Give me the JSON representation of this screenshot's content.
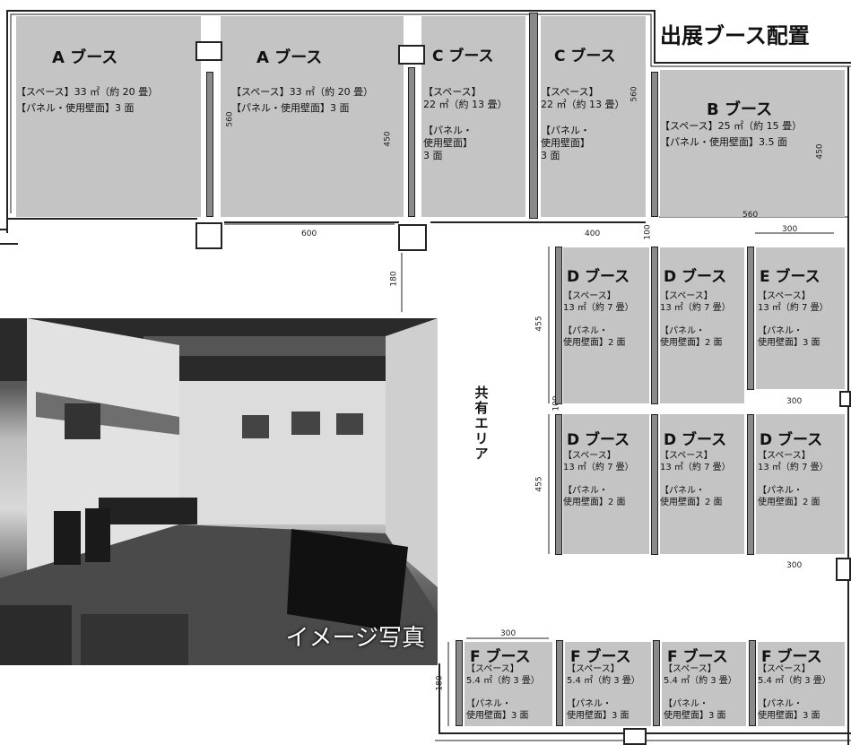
{
  "title": "出展ブース配置",
  "common_area": "共有エリア",
  "photo_caption": "イメージ写真",
  "booths": {
    "a1": {
      "name": "A ブース",
      "space": "【スペース】33 ㎡（約 20 畳）",
      "panel": "【パネル・使用壁面】3 面"
    },
    "a2": {
      "name": "A ブース",
      "space": "【スペース】33 ㎡（約 20 畳）",
      "panel": "【パネル・使用壁面】3 面"
    },
    "c1": {
      "name": "C ブース",
      "text": "【スペース】\n22 ㎡（約 13 畳）\n\n【パネル・\n使用壁面】\n3 面"
    },
    "c2": {
      "name": "C ブース",
      "text": "【スペース】\n22 ㎡（約 13 畳）\n\n【パネル・\n使用壁面】\n3 面"
    },
    "b": {
      "name": "B ブース",
      "space": "【スペース】25 ㎡（約 15 畳）",
      "panel": "【パネル・使用壁面】3.5 面"
    },
    "d1": {
      "name": "D ブース",
      "text": "【スペース】\n13 ㎡（約 7 畳）\n\n【パネル・\n使用壁面】2 面"
    },
    "d2": {
      "name": "D ブース",
      "text": "【スペース】\n13 ㎡（約 7 畳）\n\n【パネル・\n使用壁面】2 面"
    },
    "e": {
      "name": "E ブース",
      "text": "【スペース】\n13 ㎡（約 7 畳）\n\n【パネル・\n使用壁面】3 面"
    },
    "d3": {
      "name": "D ブース",
      "text": "【スペース】\n13 ㎡（約 7 畳）\n\n【パネル・\n使用壁面】2 面"
    },
    "d4": {
      "name": "D ブース",
      "text": "【スペース】\n13 ㎡（約 7 畳）\n\n【パネル・\n使用壁面】2 面"
    },
    "d5": {
      "name": "D ブース",
      "text": "【スペース】\n13 ㎡（約 7 畳）\n\n【パネル・\n使用壁面】2 面"
    },
    "f1": {
      "name": "F ブース",
      "text": "【スペース】\n5.4 ㎡（約 3 畳）\n\n【パネル・\n使用壁面】3 面"
    },
    "f2": {
      "name": "F ブース",
      "text": "【スペース】\n5.4 ㎡（約 3 畳）\n\n【パネル・\n使用壁面】3 面"
    },
    "f3": {
      "name": "F ブース",
      "text": "【スペース】\n5.4 ㎡（約 3 畳）\n\n【パネル・\n使用壁面】3 面"
    },
    "f4": {
      "name": "F ブース",
      "text": "【スペース】\n5.4 ㎡（約 3 畳）\n\n【パネル・\n使用壁面】3 面"
    }
  },
  "dimensions": {
    "a_height": "560",
    "a_inner": "450",
    "a_width": "600",
    "c_height": "560",
    "gap_180": "180",
    "c_width": "400",
    "gap_100": "100",
    "b_width": "560",
    "b_sub": "300",
    "b_height": "450",
    "d_height_1": "455",
    "d_gap": "100",
    "e_width": "300",
    "d_height_2": "455",
    "d_bottom_width": "300",
    "f_width": "300",
    "f_height": "180"
  },
  "colors": {
    "booth_fill": "#c4c4c4",
    "panel_fill": "#8a8a8a",
    "wall": "#222222"
  }
}
